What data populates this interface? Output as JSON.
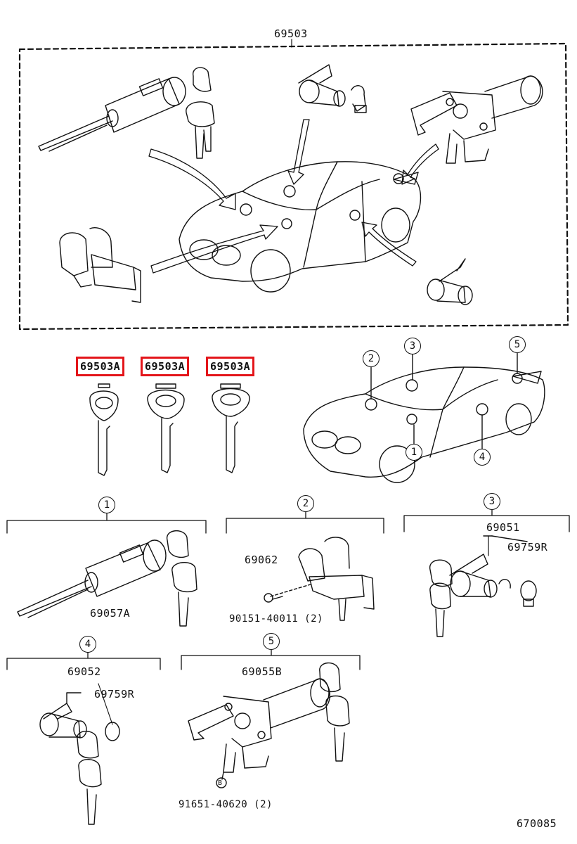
{
  "diagram": {
    "assembly_part": "69503",
    "key_parts": [
      "69503A",
      "69503A",
      "69503A"
    ],
    "location_markers": [
      "1",
      "2",
      "3",
      "4",
      "5"
    ],
    "sections": [
      {
        "number": "1",
        "parts": [
          "69057A"
        ]
      },
      {
        "number": "2",
        "parts": [
          "69062",
          "90151-40011 (2)"
        ]
      },
      {
        "number": "3",
        "parts": [
          "69051",
          "69759R"
        ]
      },
      {
        "number": "4",
        "parts": [
          "69052",
          "69759R"
        ]
      },
      {
        "number": "5",
        "parts": [
          "69055B",
          "91651-40620 (2)"
        ]
      }
    ],
    "small_marker": "B",
    "figure_code": "670085",
    "colors": {
      "highlight": "#e3151a",
      "ink": "#111111"
    }
  }
}
